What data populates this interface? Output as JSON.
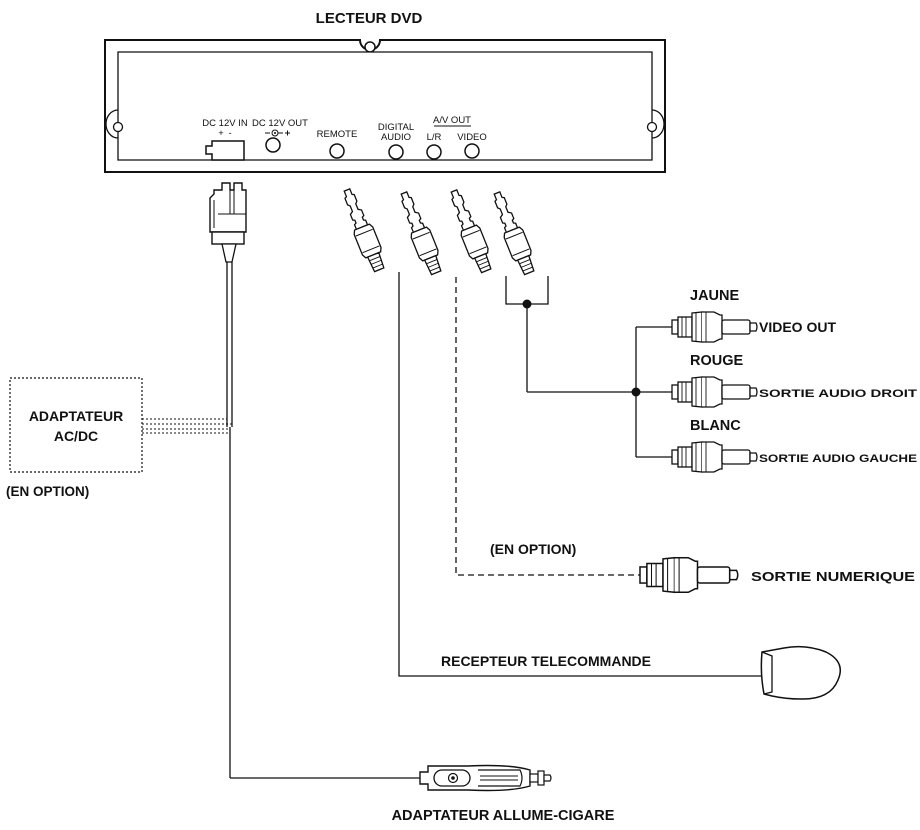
{
  "title": "LECTEUR DVD",
  "panel": {
    "dc_in": "DC 12V IN",
    "dc_in_polarity": "+  -",
    "dc_out": "DC 12V OUT",
    "remote": "REMOTE",
    "digital": "DIGITAL",
    "audio": "AUDIO",
    "av_out": "A/V OUT",
    "lr": "L/R",
    "video": "VIDEO"
  },
  "labels": {
    "jaune": "JAUNE",
    "video_out": "VIDEO OUT",
    "rouge": "ROUGE",
    "sortie_droit": "SORTIE AUDIO DROIT",
    "blanc": "BLANC",
    "sortie_gauche": "SORTIE AUDIO GAUCHE",
    "adaptateur_line1": "ADAPTATEUR",
    "adaptateur_line2": "AC/DC",
    "en_option_left": "(EN OPTION)",
    "en_option_mid": "(EN OPTION)",
    "sortie_numerique": "SORTIE NUMERIQUE",
    "recepteur": "RECEPTEUR TELECOMMANDE",
    "allume_cigare": "ADAPTATEUR ALLUME-CIGARE"
  }
}
